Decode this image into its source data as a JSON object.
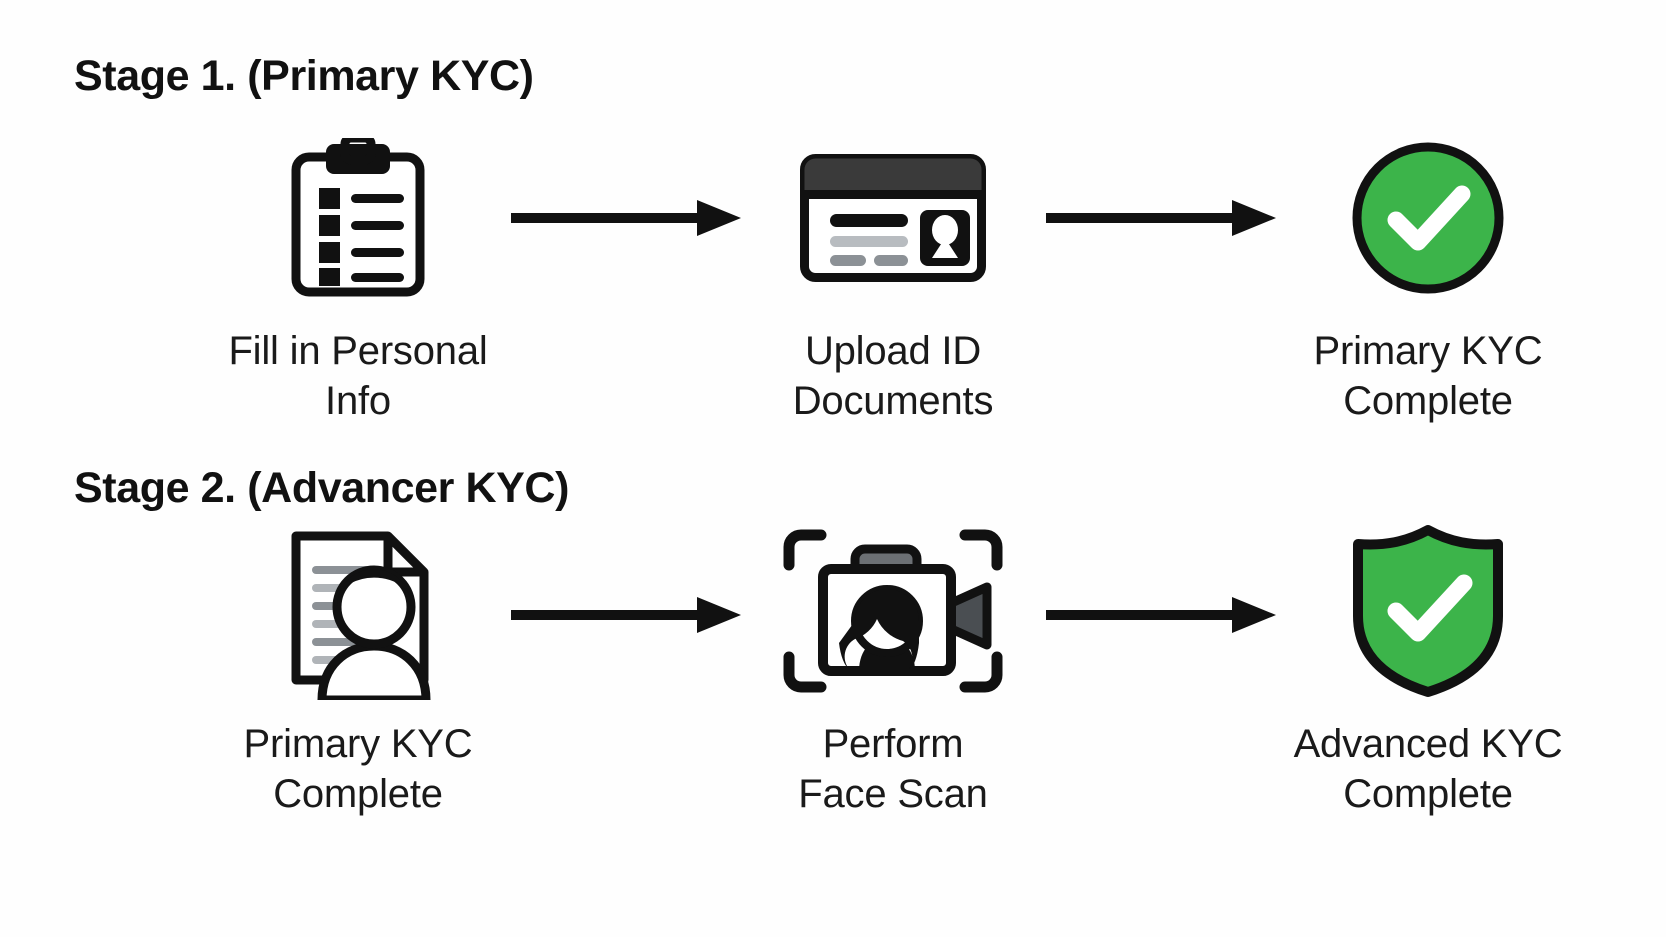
{
  "colors": {
    "background": "#fefefe",
    "ink": "#111111",
    "green": "#3cb44a",
    "green_dark": "#35a342",
    "white": "#ffffff",
    "gray_light": "#b8bcc0",
    "gray_mid": "#8c9196",
    "gray_dark": "#3a3a3a"
  },
  "stages": [
    {
      "heading": "Stage 1. (Primary KYC)",
      "steps": [
        {
          "icon": "clipboard-checklist-icon",
          "label": "Fill in Personal\nInfo"
        },
        {
          "icon": "id-card-icon",
          "label": "Upload ID\nDocuments"
        },
        {
          "icon": "green-check-circle-icon",
          "label": "Primary KYC\nComplete"
        }
      ],
      "connectors": [
        "arrow-right-icon",
        "arrow-right-icon"
      ]
    },
    {
      "heading": "Stage 2. (Advancer KYC)",
      "steps": [
        {
          "icon": "person-document-icon",
          "label": "Primary KYC\nComplete"
        },
        {
          "icon": "face-scan-camera-icon",
          "label": "Perform\nFace Scan"
        },
        {
          "icon": "green-shield-check-icon",
          "label": "Advanced KYC\nComplete"
        }
      ],
      "connectors": [
        "arrow-right-icon",
        "arrow-right-icon"
      ]
    }
  ]
}
